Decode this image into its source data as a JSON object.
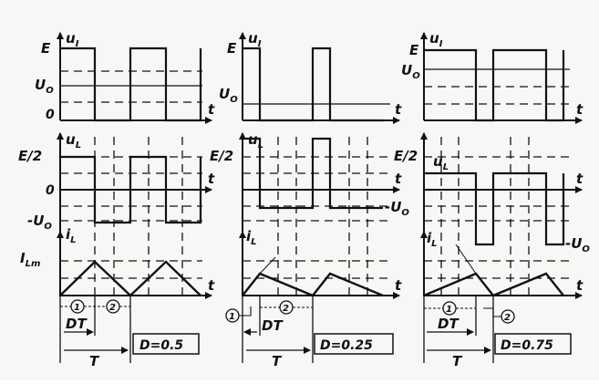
{
  "figure": {
    "panels": [
      {
        "id": "panel-d050",
        "duty": 0.5,
        "duty_label": "D=0.5",
        "labels": {
          "ui": "u",
          "ui_sub": "I",
          "ul": "u",
          "ul_sub": "L",
          "il": "i",
          "il_sub": "L",
          "E": "E",
          "Uo": "U",
          "Uo_sub": "O",
          "zero": "0",
          "E_half": "E/2",
          "zero2": "0",
          "neg_Uo": "-U",
          "neg_Uo_sub": "O",
          "ILm": "I",
          "ILm_sub": "Lm",
          "t1": "t",
          "t2": "t",
          "t3": "t",
          "marker1": "1",
          "marker2": "2",
          "DT": "DT",
          "T": "T"
        }
      },
      {
        "id": "panel-d025",
        "duty": 0.25,
        "duty_label": "D=0.25",
        "labels": {
          "ui": "u",
          "ui_sub": "I",
          "ul": "u",
          "ul_sub": "L",
          "il": "i",
          "il_sub": "L",
          "E": "E",
          "Uo": "U",
          "Uo_sub": "O",
          "E_half": "E/2",
          "neg_Uo": "-U",
          "neg_Uo_sub": "O",
          "t1": "t",
          "t2": "t",
          "t3": "t",
          "marker1": "1",
          "marker2": "2",
          "DT": "DT",
          "T": "T"
        }
      },
      {
        "id": "panel-d075",
        "duty": 0.75,
        "duty_label": "D=0.75",
        "labels": {
          "ui": "u",
          "ui_sub": "I",
          "ul": "u",
          "ul_sub": "L",
          "il": "i",
          "il_sub": "L",
          "E": "E",
          "Uo": "U",
          "Uo_sub": "O",
          "E_half": "E/2",
          "neg_Uo": "-U",
          "neg_Uo_sub": "O",
          "t1": "t",
          "t2": "t",
          "t3": "t",
          "marker1": "1",
          "marker2": "2",
          "DT": "DT",
          "T": "T"
        }
      }
    ]
  }
}
